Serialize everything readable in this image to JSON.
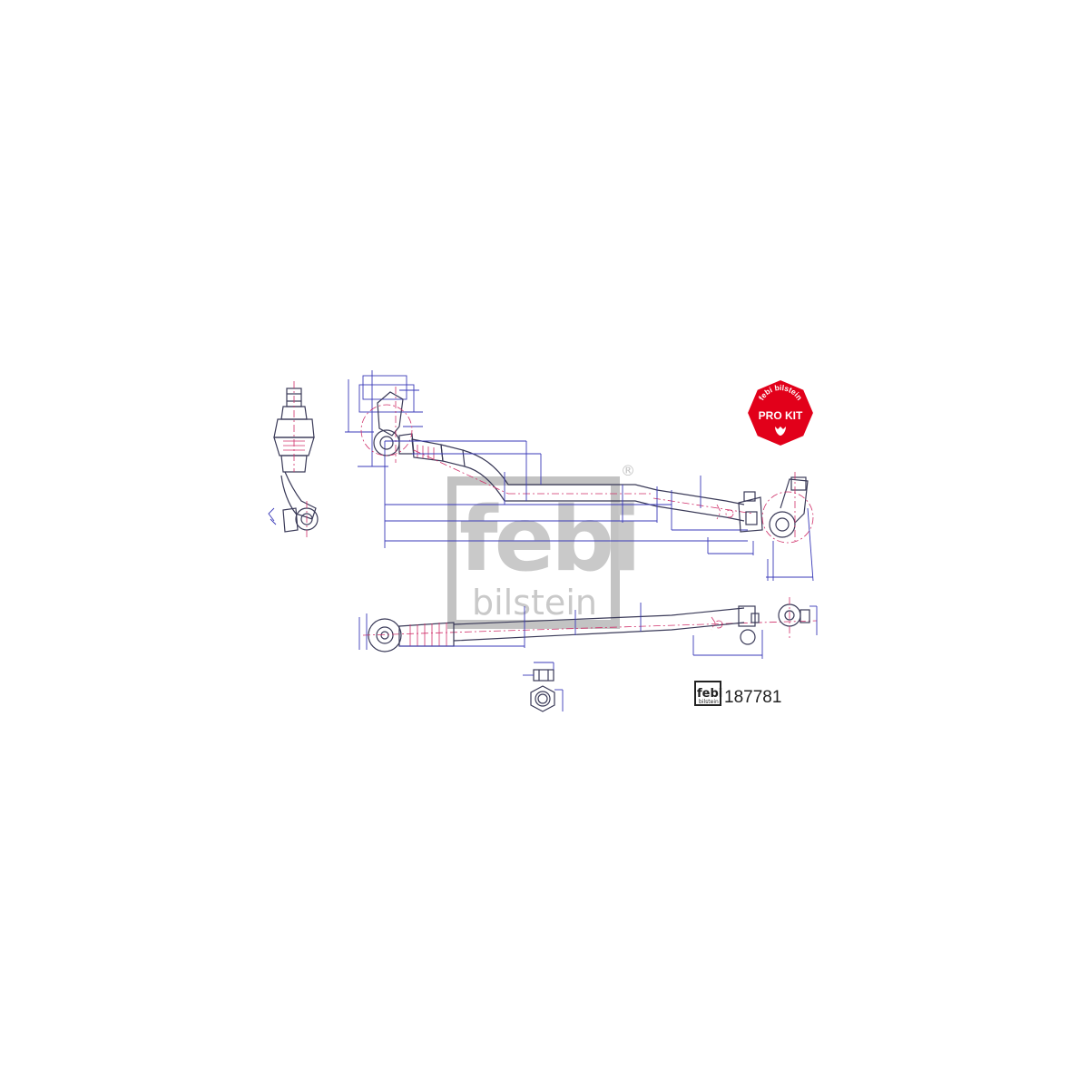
{
  "logo": {
    "brand_top": "febi",
    "brand_bottom": "bilstein",
    "registered": "®"
  },
  "prokit_badge": {
    "arc_text": "febi bilstein",
    "label": "PROKIT",
    "color": "#e2001a"
  },
  "part_number": "187781",
  "colors": {
    "part_outline": "#3a3a58",
    "dimension": "#3a3ab8",
    "centerline": "#d0306a",
    "watermark": "#bdbdbd"
  }
}
